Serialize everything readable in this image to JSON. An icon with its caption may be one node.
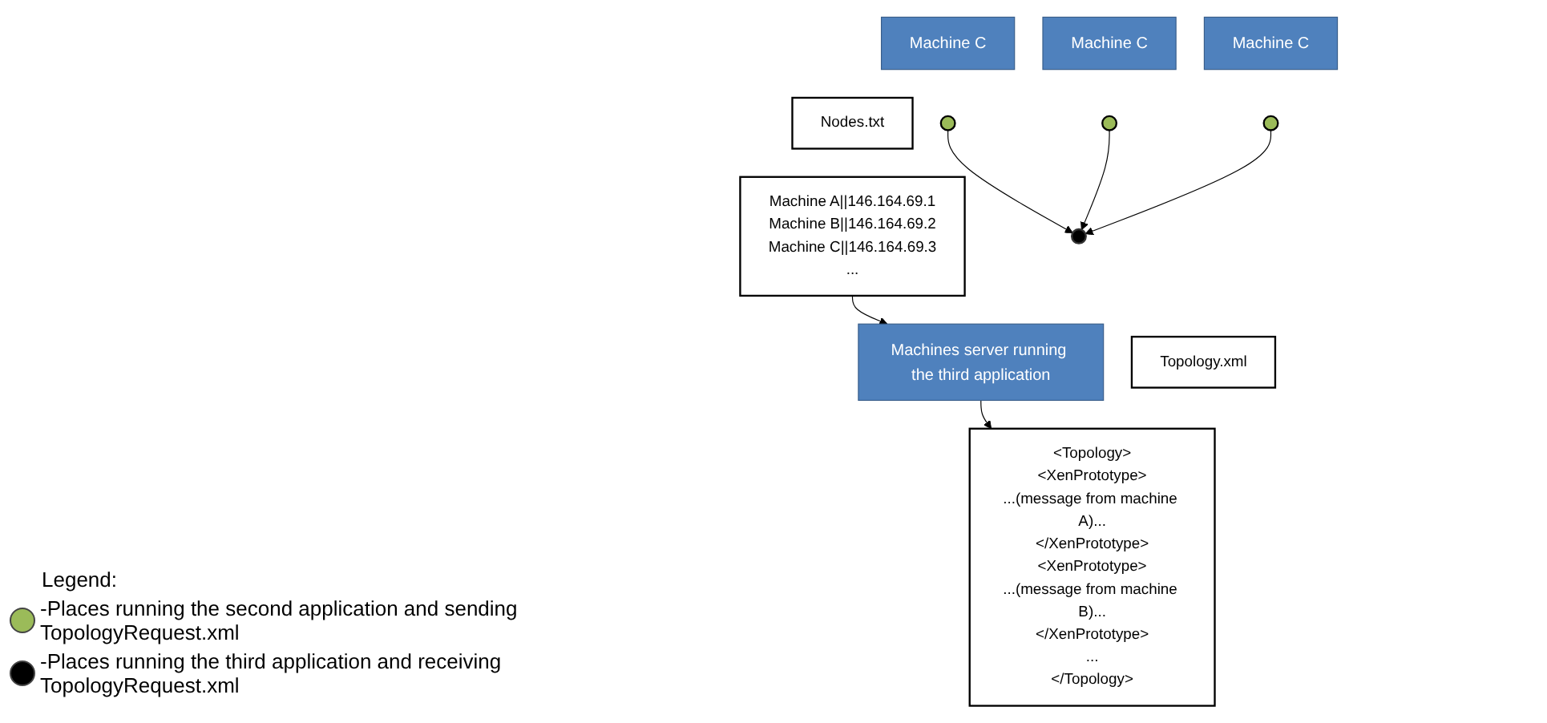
{
  "diagram": {
    "nodes": [
      {
        "text": [
          "Machine C"
        ]
      },
      {
        "text": [
          "Machine C"
        ]
      },
      {
        "text": [
          "Machine C"
        ]
      },
      {
        "text": [],
        "shape": "circle"
      },
      {
        "text": [],
        "shape": "circle"
      },
      {
        "text": [],
        "shape": "circle"
      },
      {
        "text": [
          "Nodes.txt"
        ]
      },
      {
        "text": [
          "Machine A||146.164.69.1",
          "Machine B||146.164.69.2",
          "Machine C||146.164.69.3",
          "..."
        ]
      },
      {
        "text": [
          "Machines server running the third application"
        ]
      },
      {
        "text": [],
        "shape": "circle"
      },
      {
        "text": [
          "Topology.xml"
        ]
      },
      {
        "text": [
          "<Topology>",
          "<XenPrototype>",
          "...(message from machine A)...",
          "</XenPrototype>",
          "<XenPrototype>",
          "...(message from machine B)...",
          "</XenPrototype>",
          "...",
          "</Topology>"
        ]
      }
    ],
    "edges": [
      {
        "from": 3,
        "to": 9,
        "arrow": "to"
      },
      {
        "from": 4,
        "to": 9,
        "arrow": "to"
      },
      {
        "from": 5,
        "to": 9,
        "arrow": "to"
      },
      {
        "from": 7,
        "to": 8,
        "arrow": "to"
      },
      {
        "from": 8,
        "to": 11,
        "arrow": "to"
      }
    ],
    "labels": [
      "Legend:"
    ],
    "legend": [
      {
        "text": "-Places running the second application and sending TopologyRequest.xml",
        "color": "#9bbb59"
      },
      {
        "text": "-Places running the third application and receiving TopologyRequest.xml",
        "color": "#000000"
      }
    ]
  }
}
